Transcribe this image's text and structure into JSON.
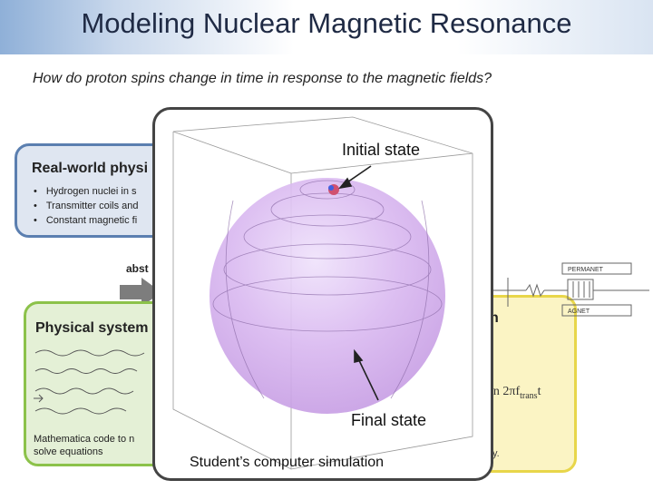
{
  "header": {
    "title": "Modeling Nuclear Magnetic Resonance",
    "subtitle": "How do proton spins change in time in response to the magnetic fields?"
  },
  "real_world": {
    "title": "Real-world physi",
    "items": [
      "Hydrogen nuclei in s",
      "Transmitter coils and",
      "Constant magnetic fi"
    ]
  },
  "abstraction_label": "abst",
  "physical_system": {
    "title": "Physical system",
    "code_line1": "Mathematica code to n",
    "code_line2": "solve equations"
  },
  "model_box": {
    "title_fragment": "n",
    "formula_fragment": "in 2πf",
    "formula_sub": "trans",
    "formula_var": "t",
    "trailing_fragment": "y."
  },
  "simulation": {
    "initial_label": "Initial state",
    "final_label": "Final state",
    "caption": "Student’s computer simulation"
  },
  "sketch": {
    "permanet_label": "PERMANET",
    "agnet_label": "AGNET"
  },
  "colors": {
    "real_fill": "#dfe6f1",
    "real_border": "#5b7fb0",
    "phys_fill": "#e4f0d6",
    "phys_border": "#8cc24a",
    "model_fill": "#fbf4c4",
    "model_border": "#e8d64a",
    "sphere": "#d9b3f0"
  }
}
